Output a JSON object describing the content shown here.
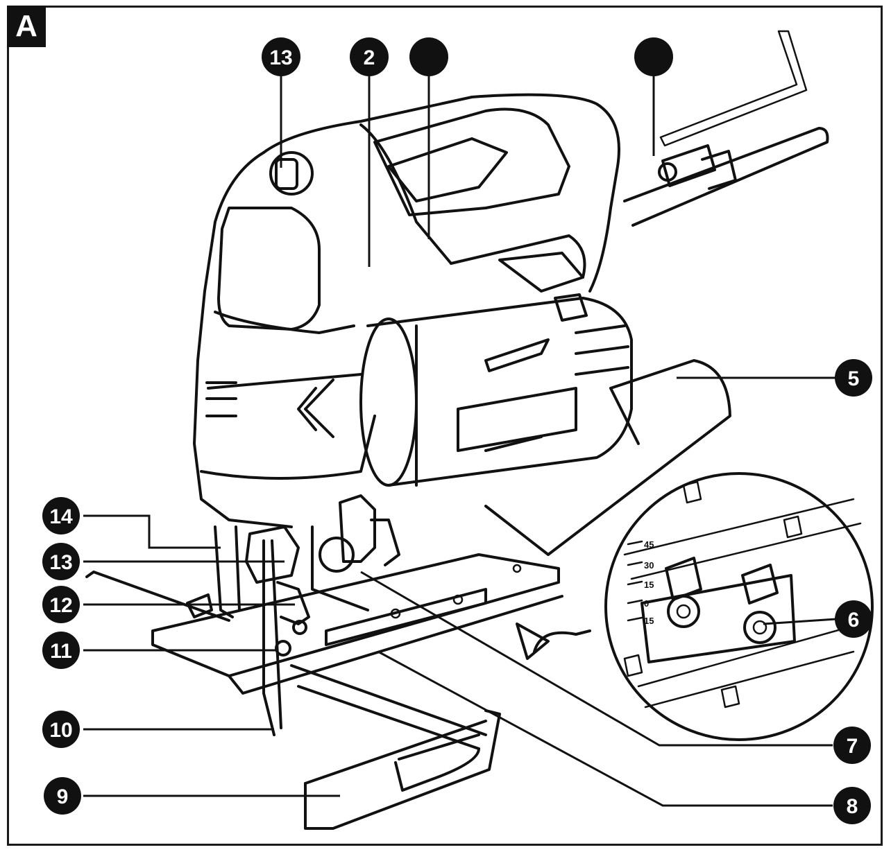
{
  "figure": {
    "label": "A"
  },
  "callouts": [
    {
      "id": "c13top",
      "text": "13"
    },
    {
      "id": "c2",
      "text": "2"
    },
    {
      "id": "c3",
      "text": ""
    },
    {
      "id": "c4",
      "text": ""
    },
    {
      "id": "c5",
      "text": "5"
    },
    {
      "id": "c6",
      "text": "6"
    },
    {
      "id": "c7",
      "text": "7"
    },
    {
      "id": "c8",
      "text": "8"
    },
    {
      "id": "c9",
      "text": "9"
    },
    {
      "id": "c10",
      "text": "10"
    },
    {
      "id": "c11",
      "text": "11"
    },
    {
      "id": "c12",
      "text": "12"
    },
    {
      "id": "c13",
      "text": "13"
    },
    {
      "id": "c14",
      "text": "14"
    }
  ],
  "scale_marks": [
    "45",
    "30",
    "15",
    "0",
    "15"
  ]
}
